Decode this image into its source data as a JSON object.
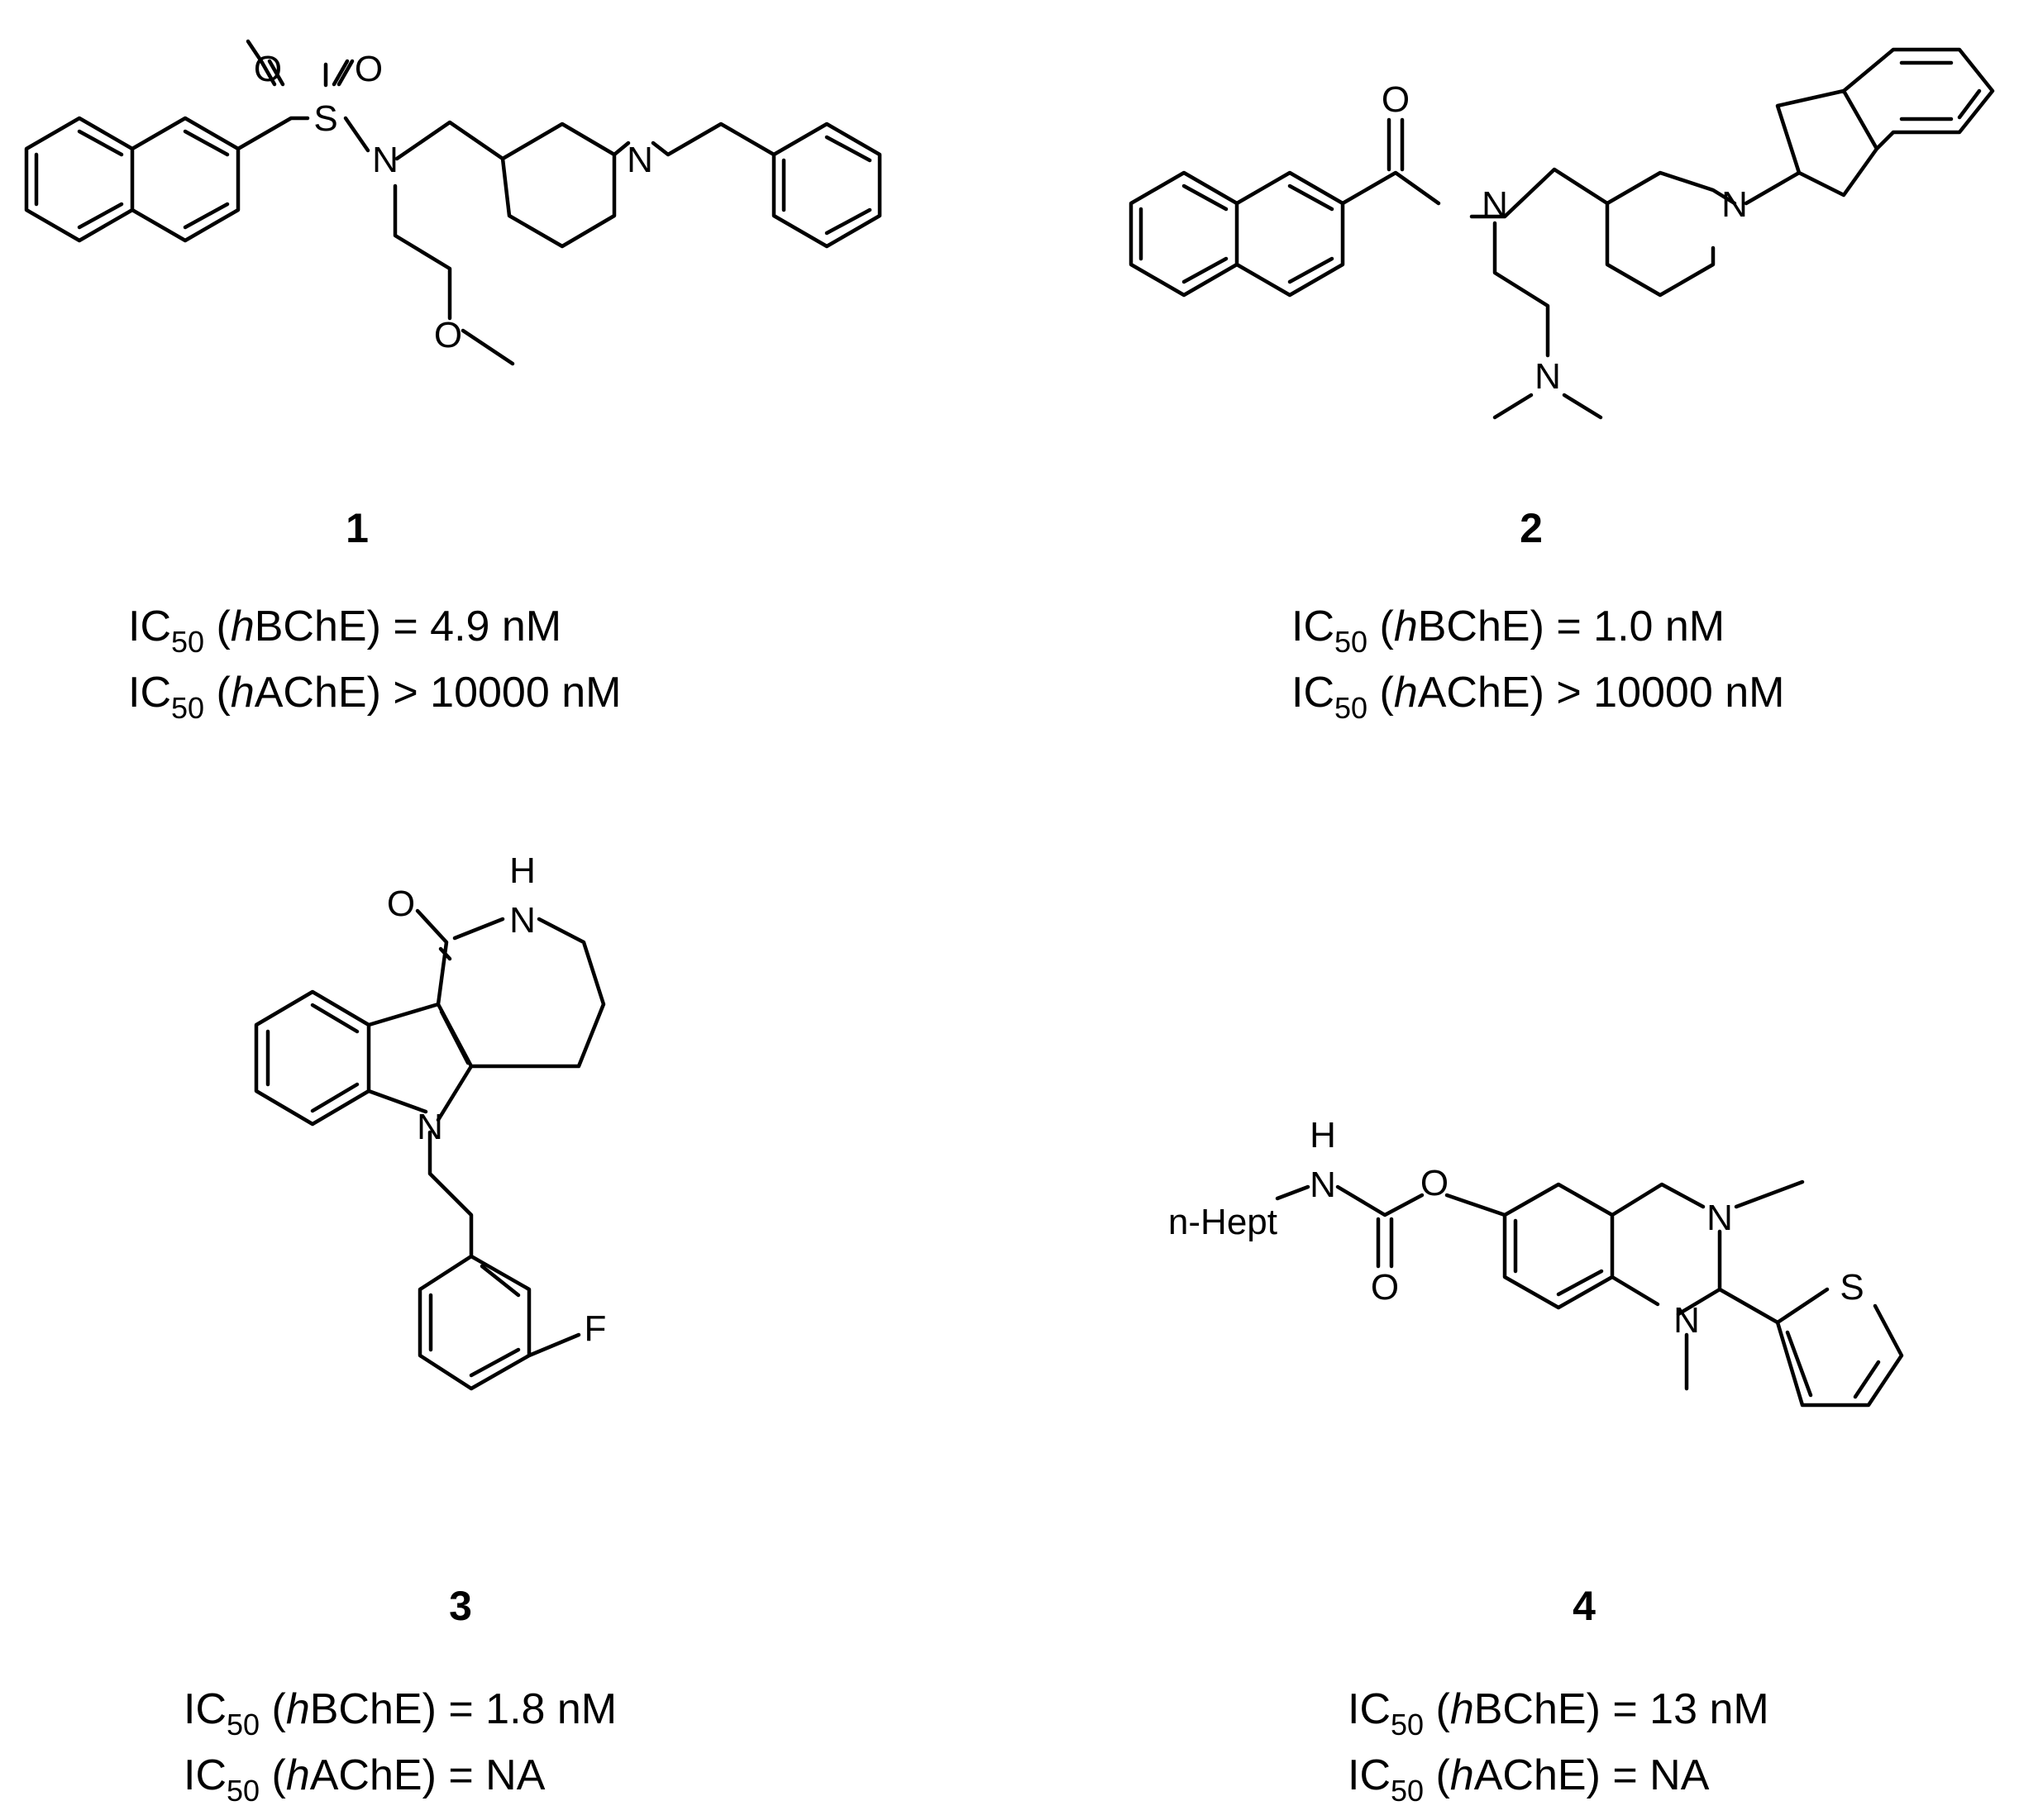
{
  "compounds": [
    {
      "number": "1",
      "atoms": {
        "O1": "O",
        "O2": "O",
        "S": "S",
        "N_sulfonamide": "N",
        "N_piperidine": "N",
        "O_methoxy": "O"
      },
      "bche": {
        "prefix": "IC",
        "sub": "50",
        "open": " (",
        "italic": "h",
        "enzyme": "BChE",
        "relation": ") = 4.9 nM"
      },
      "ache": {
        "prefix": "IC",
        "sub": "50",
        "open": " (",
        "italic": "h",
        "enzyme": "AChE",
        "relation": ") > 10000 nM"
      }
    },
    {
      "number": "2",
      "atoms": {
        "O_carbonyl": "O",
        "N_amide": "N",
        "N_piperidine": "N",
        "N_dimethyl": "N"
      },
      "bche": {
        "prefix": "IC",
        "sub": "50",
        "open": " (",
        "italic": "h",
        "enzyme": "BChE",
        "relation": ") = 1.0 nM"
      },
      "ache": {
        "prefix": "IC",
        "sub": "50",
        "open": " (",
        "italic": "h",
        "enzyme": "AChE",
        "relation": ") > 10000 nM"
      }
    },
    {
      "number": "3",
      "atoms": {
        "O_lactam": "O",
        "H_lactam": "H",
        "N_lactam": "N",
        "N_indole": "N",
        "F": "F"
      },
      "bche": {
        "prefix": "IC",
        "sub": "50",
        "open": " (",
        "italic": "h",
        "enzyme": "BChE",
        "relation": ") = 1.8 nM"
      },
      "ache": {
        "prefix": "IC",
        "sub": "50",
        "open": " (",
        "italic": "h",
        "enzyme": "AChE",
        "relation": ") = NA"
      }
    },
    {
      "number": "4",
      "atoms": {
        "H_carbamate": "H",
        "N_carbamate": "N",
        "n_hept": "n-Hept",
        "O_ester": "O",
        "O_carbonyl": "O",
        "N3": "N",
        "N1": "N",
        "S": "S"
      },
      "bche": {
        "prefix": "IC",
        "sub": "50",
        "open": " (",
        "italic": "h",
        "enzyme": "BChE",
        "relation": ") = 13 nM"
      },
      "ache": {
        "prefix": "IC",
        "sub": "50",
        "open": " (",
        "italic": "h",
        "enzyme": "AChE",
        "relation": ") = NA"
      }
    }
  ]
}
